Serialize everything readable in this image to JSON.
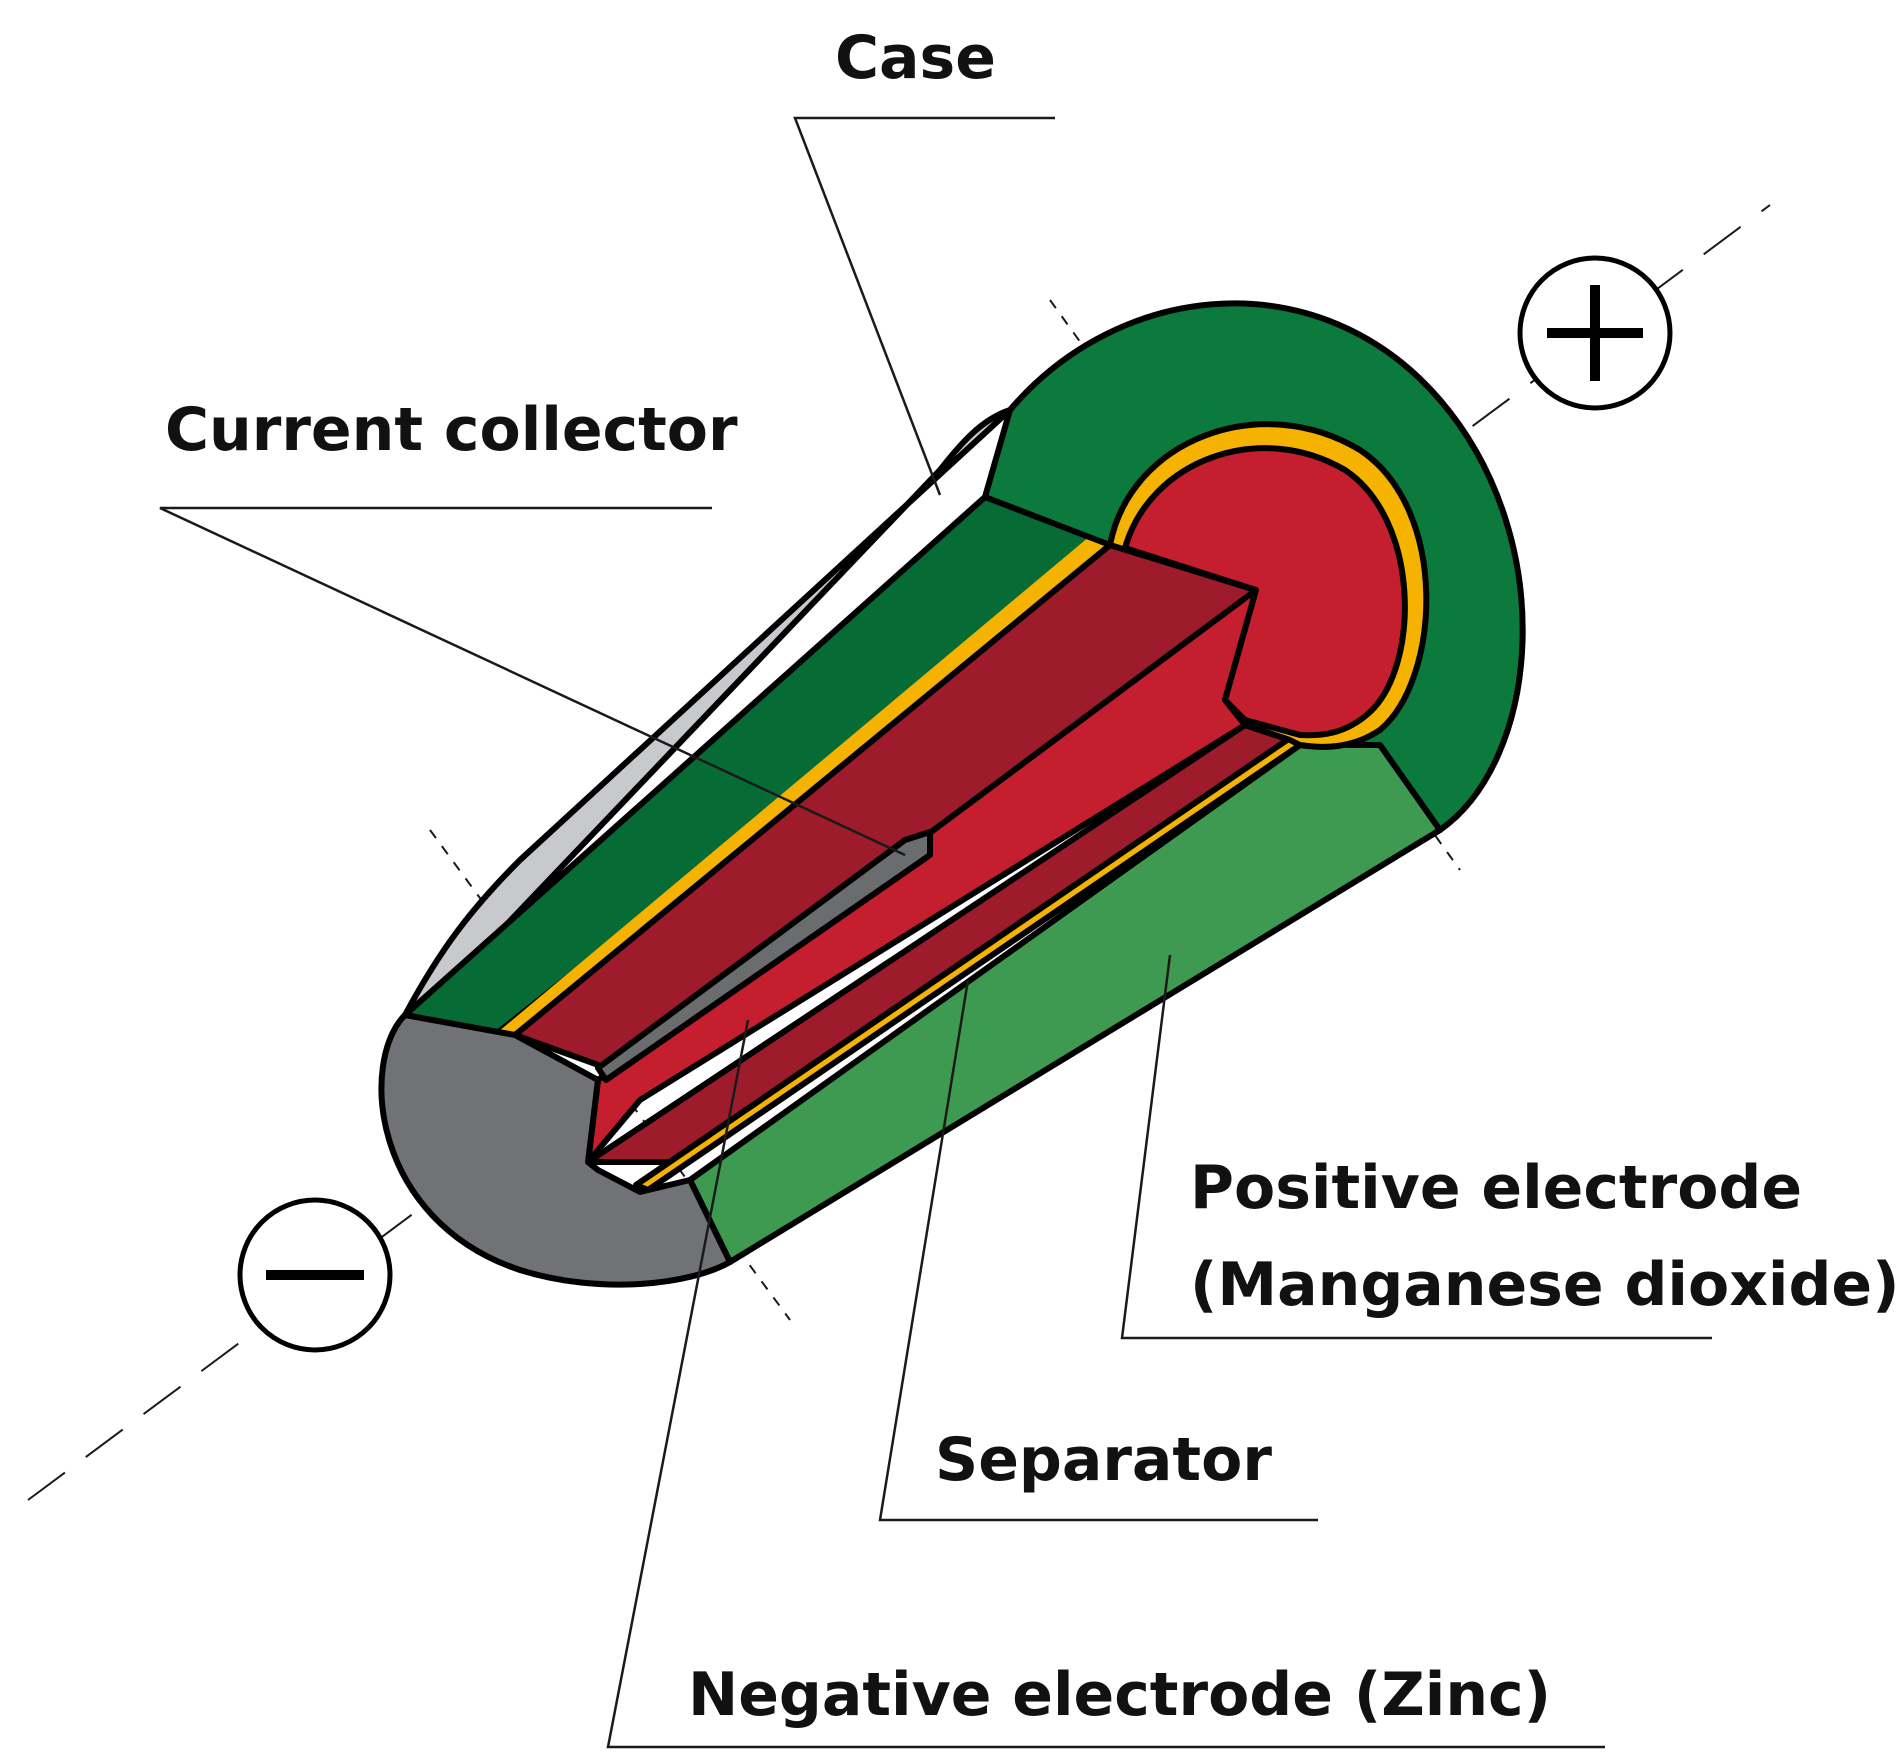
{
  "labels": {
    "case": "Case",
    "current_collector": "Current collector",
    "positive_line1": "Positive electrode",
    "positive_line2": "(Manganese dioxide)",
    "separator": "Separator",
    "negative": "Negative electrode (Zinc)"
  },
  "terminals": {
    "positive_symbol": "plus",
    "negative_symbol": "minus"
  },
  "colors": {
    "case_green": "#0b7a3c",
    "case_green_dark": "#066b34",
    "case_green_light": "#3e9a50",
    "manganese_red": "#c41e2f",
    "manganese_red_dark": "#9d1b2b",
    "separator_yellow": "#f5b300",
    "shell_grey_light": "#c7c9cc",
    "shell_grey_dark": "#707275",
    "collector_grey": "#6a6c6e",
    "outline": "#000000"
  }
}
